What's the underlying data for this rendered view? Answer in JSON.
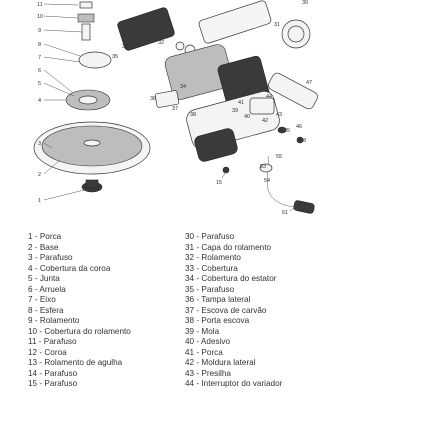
{
  "diagram": {
    "callouts": [
      "11",
      "10",
      "9",
      "8",
      "7",
      "6",
      "5",
      "4",
      "3",
      "2",
      "1",
      "15",
      "35",
      "33",
      "30",
      "31",
      "32",
      "34",
      "36",
      "37",
      "38",
      "39",
      "40",
      "41",
      "42",
      "43",
      "44",
      "45",
      "46",
      "47",
      "48",
      "51",
      "53",
      "54",
      "55"
    ]
  },
  "parts": {
    "left_column": [
      "1 - Porca",
      "2 - Base",
      "3 - Parafuso",
      "4 - Cobertura da coroa",
      "5 - Junta",
      "6 - Arruela",
      "7 - Eixo",
      "8 - Esfera",
      "9 - Rolamento",
      "10 - Cobertura do rolamento",
      "11 - Parafuso",
      "12 - Coroa",
      "13 - Rolamento de agulha",
      "14 - Parafuso",
      "15 - Parafuso"
    ],
    "right_column": [
      "30 - Parafuso",
      "31 - Capa do rolamento",
      "32 - Rolamento",
      "33 - Cobertura",
      "34 - Cobertura do estator",
      "35 - Parafuso",
      "36 - Tampa lateral",
      "37 - Escova de carvão",
      "38 - Porta escova",
      "39 - Mola",
      "40 - Adesivo",
      "41 - Porca",
      "42 - Moldura lateral",
      "43 - Presilha",
      "44 - Interruptor do variador"
    ]
  }
}
